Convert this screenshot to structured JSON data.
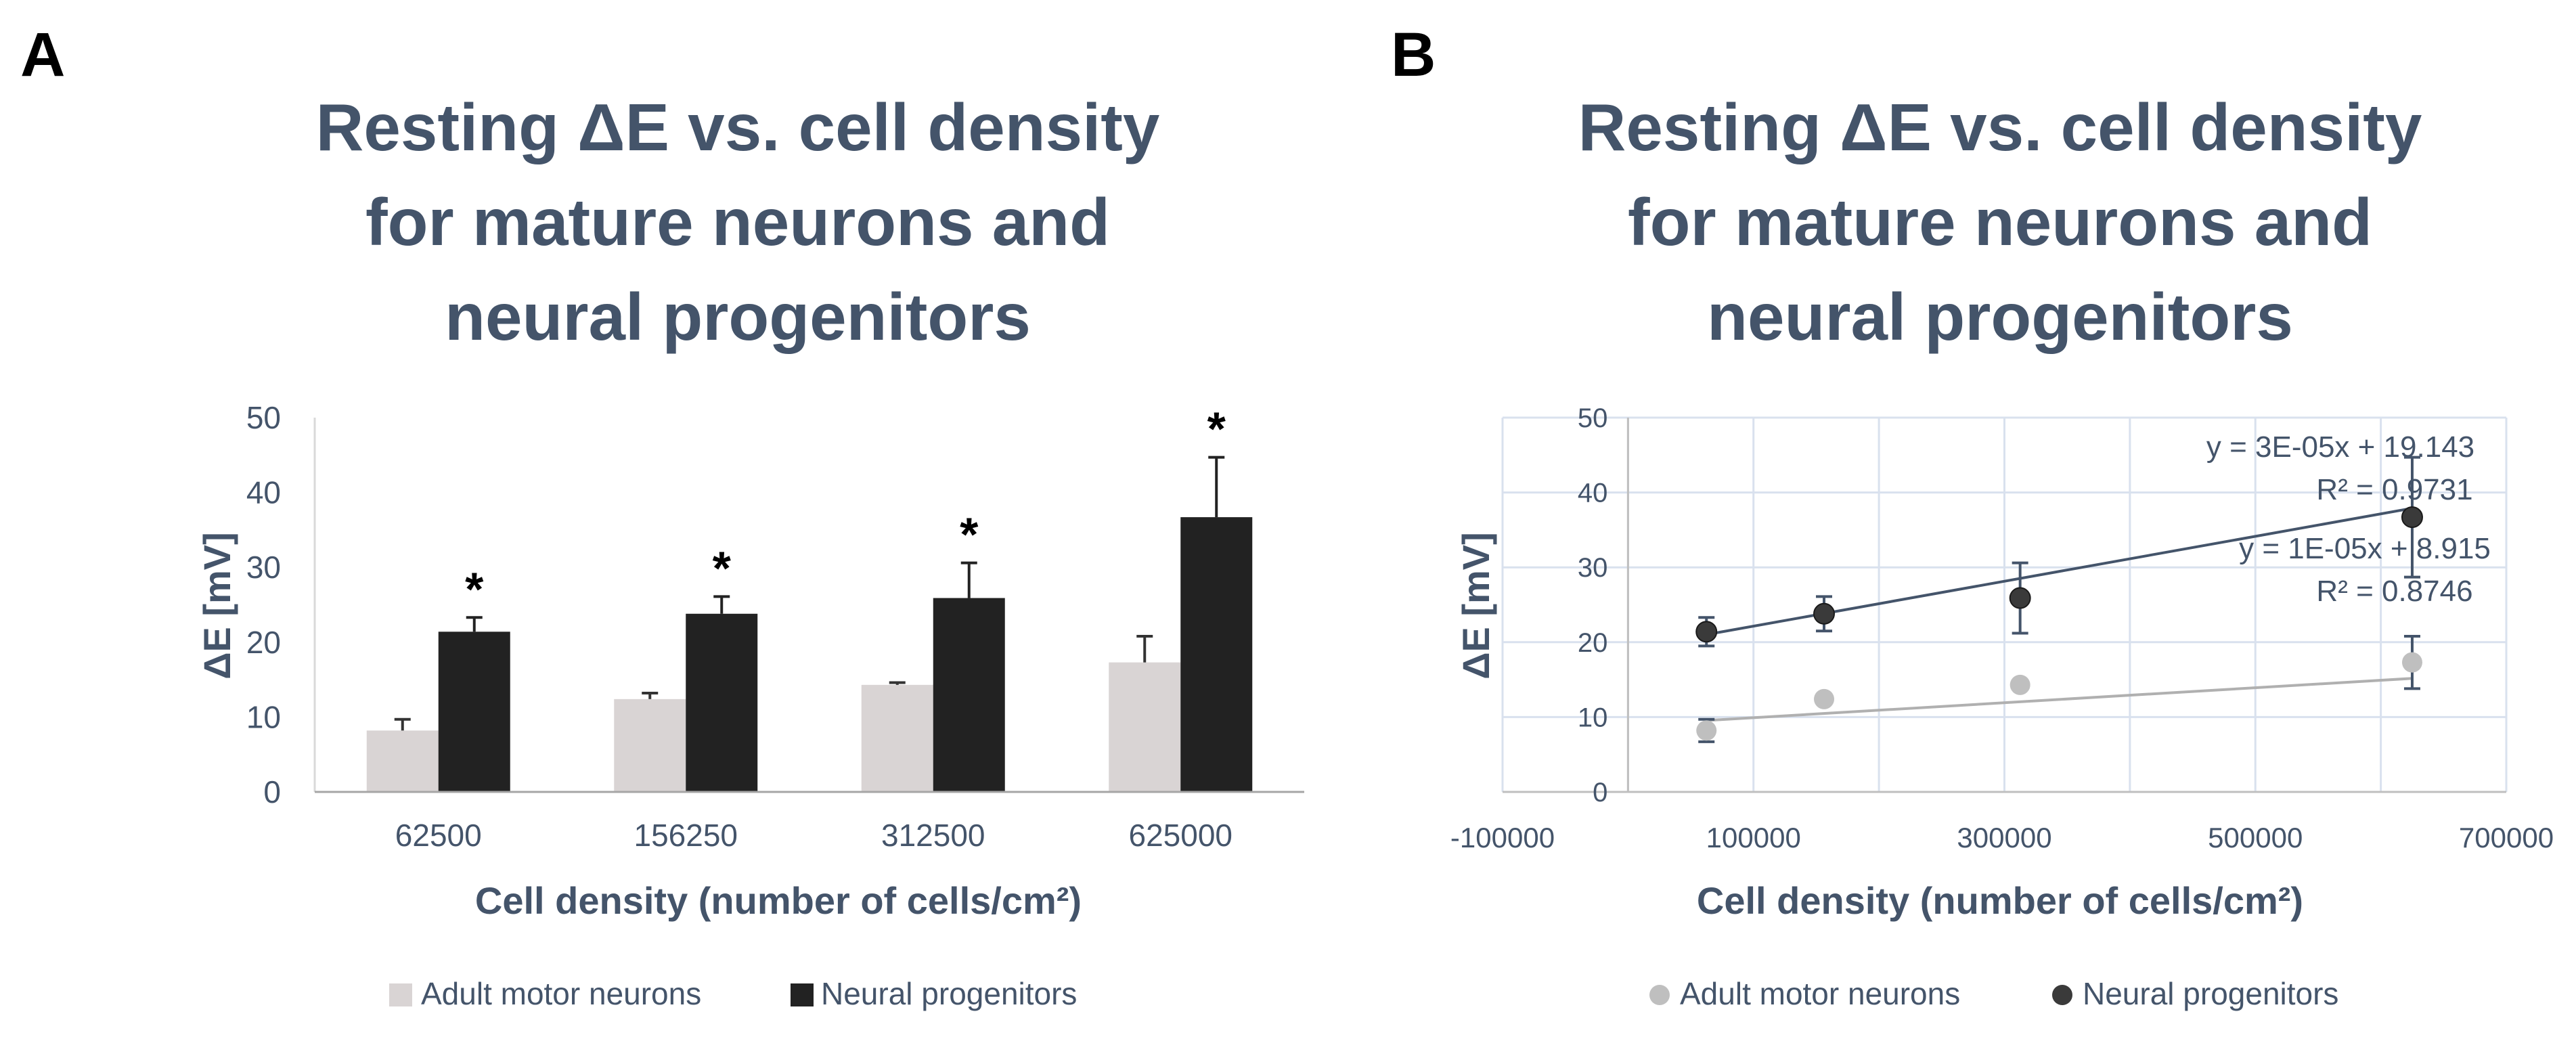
{
  "panels": [
    {
      "label": "A"
    },
    {
      "label": "B"
    }
  ],
  "chart_data": [
    {
      "type": "bar",
      "title_lines": [
        "Resting ΔE vs. cell density",
        "for mature neurons and",
        "neural progenitors"
      ],
      "xlabel": "Cell density (number of cells/cm²)",
      "ylabel": "ΔE [mV]",
      "ylim": [
        0,
        50
      ],
      "yticks": [
        0,
        10,
        20,
        30,
        40,
        50
      ],
      "categories": [
        "62500",
        "156250",
        "312500",
        "625000"
      ],
      "series": [
        {
          "name": "Adult motor neurons",
          "color": "#D9D4D4",
          "values": [
            8.2,
            12.4,
            14.3,
            17.3
          ],
          "errors": [
            1.5,
            0.8,
            0.3,
            3.5
          ]
        },
        {
          "name": "Neural progenitors",
          "color": "#222222",
          "values": [
            21.4,
            23.8,
            25.9,
            36.7
          ],
          "errors": [
            1.9,
            2.3,
            4.7,
            8.0
          ]
        }
      ],
      "annotations": [
        "*",
        "*",
        "*",
        "*"
      ],
      "grid": false,
      "legend": "bottom"
    },
    {
      "type": "scatter",
      "title_lines": [
        "Resting ΔE vs. cell density",
        "for mature neurons and",
        "neural progenitors"
      ],
      "xlabel": "Cell density (number of cells/cm²)",
      "ylabel": "ΔE [mV]",
      "xlim": [
        -100000,
        700000
      ],
      "ylim": [
        0,
        50
      ],
      "xticks": [
        -100000,
        100000,
        300000,
        500000,
        700000
      ],
      "xtick_labels": [
        "-100000",
        "100000",
        "300000",
        "500000",
        "700000"
      ],
      "yticks": [
        0,
        10,
        20,
        30,
        40,
        50
      ],
      "series": [
        {
          "name": "Adult motor neurons",
          "color": "#BFBFBF",
          "line_color": "#B0B0B0",
          "x": [
            62500,
            156250,
            312500,
            625000
          ],
          "y": [
            8.2,
            12.4,
            14.3,
            17.3
          ],
          "errors": [
            1.5,
            0,
            0,
            3.5
          ],
          "trend": {
            "slope": 1e-05,
            "intercept": 8.915
          },
          "equation": "y = 1E-05x + 8.915",
          "r2": "R² = 0.8746"
        },
        {
          "name": "Neural progenitors",
          "color": "#3A3A3A",
          "line_color": "#44546A",
          "x": [
            62500,
            156250,
            312500,
            625000
          ],
          "y": [
            21.4,
            23.8,
            25.9,
            36.7
          ],
          "errors": [
            1.9,
            2.3,
            4.7,
            8.0
          ],
          "trend": {
            "slope": 3e-05,
            "intercept": 19.143
          },
          "equation": "y = 3E-05x + 19.143",
          "r2": "R² = 0.9731"
        }
      ],
      "grid": true,
      "legend": "bottom"
    }
  ]
}
